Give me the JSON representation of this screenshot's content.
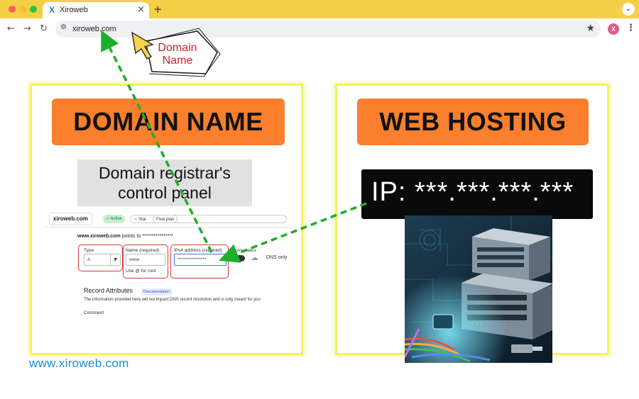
{
  "browser": {
    "tab_title": "Xiroweb",
    "tab_favicon": "X",
    "new_tab": "+",
    "url": "xiroweb.com",
    "profile_initial": "X",
    "icons": [
      "back-icon",
      "forward-icon",
      "reload-icon",
      "site-info-icon",
      "star-icon",
      "kebab-menu-icon",
      "close-icon",
      "chevron-down-icon"
    ]
  },
  "callout": {
    "text": "Domain Name"
  },
  "left_panel": {
    "heading": "DOMAIN NAME",
    "subheading": "Domain registrar's control panel",
    "control_panel": {
      "domain": "xiroweb.com",
      "badges": {
        "active": "✓ Active",
        "star": "☆ Star",
        "plan": "Free plan"
      },
      "points_to_domain": "www.xiroweb.com",
      "points_to_text": "points to",
      "points_to_value": "****************",
      "type_label": "Type",
      "type_value": "A",
      "name_label": "Name (required)",
      "name_value": "www",
      "name_hint": "Use @ for root",
      "ipv4_label": "IPv4 address (required)",
      "ipv4_value": "****************",
      "proxy_label": "Proxy status",
      "dns_only": "DNS only",
      "record_attributes": "Record Attributes",
      "documentation": "Documentation",
      "record_info": "The information provided here will not impact DNS record resolution and is only meant for you",
      "comment": "Comment"
    }
  },
  "right_panel": {
    "heading": "WEB HOSTING",
    "ip_text": "IP: ***.***.***.***"
  },
  "footer": {
    "website": "www.xiroweb.com"
  },
  "colors": {
    "chrome_yellow": "#f5cf45",
    "panel_border": "#f3f260",
    "orange": "#fb7f2c",
    "arrow_green": "#1fae2a",
    "ring_red": "#d63a3a",
    "link_blue": "#1c8ad7"
  }
}
